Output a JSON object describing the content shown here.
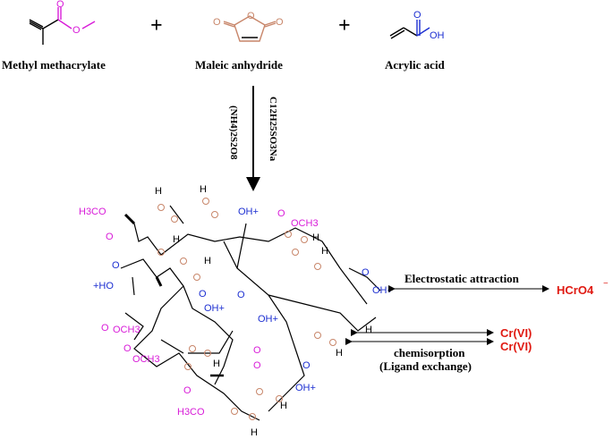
{
  "reactants": [
    {
      "name": "Methyl methacrylate",
      "color": "#d81bd8"
    },
    {
      "name": "Maleic anhydride",
      "color": "#c8866a"
    },
    {
      "name": "Acrylic acid",
      "color": "#1c2fd1"
    }
  ],
  "plus_sign": "+",
  "reagents": {
    "initiator": "(NH4)2S2O8",
    "surfactant": "C12H25SO3Na"
  },
  "polymer_groups": {
    "ester": "H3CO",
    "ester_alt": "OCH3",
    "acid_protonated": "OH+",
    "acid_protonated_left": "+HO",
    "hydroxyl": "OH",
    "oxygen": "O",
    "hydrogen": "H"
  },
  "interactions": {
    "electrostatic": "Electrostatic attraction",
    "chemisorption": "chemisorption",
    "ligand_exchange": "(Ligand exchange)",
    "species_hcro4": "HCrO4",
    "species_hcro4_charge": "−",
    "species_cr6_a": "Cr(VI)",
    "species_cr6_b": "Cr(VI)"
  },
  "colors": {
    "ester": "#d81bd8",
    "anhydride": "#c8866a",
    "acid": "#1c2fd1",
    "chromium": "#e01a12"
  }
}
